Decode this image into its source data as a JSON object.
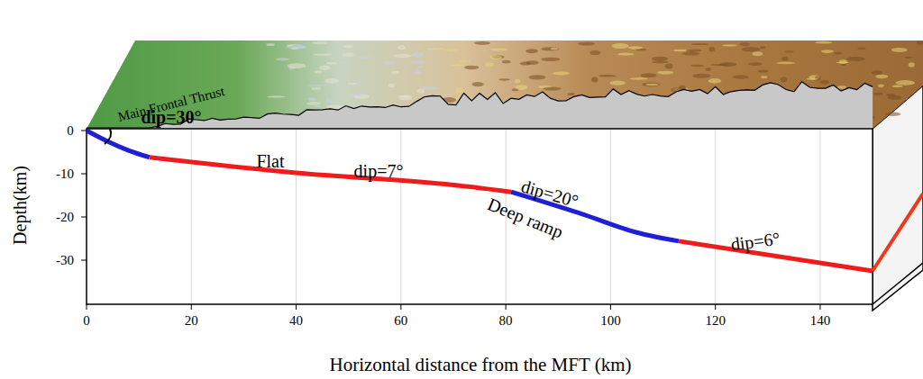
{
  "diagram": {
    "labels": [
      "Main Frontal Thrust",
      "dip=30°",
      "Flat",
      "dip=7°",
      "dip=20°",
      "Deep ramp",
      "dip=6°",
      "Depth(km)",
      "0",
      "-10",
      "-20",
      "-30",
      "0",
      "20",
      "40",
      "60",
      "80",
      "100",
      "120",
      "140",
      "Horizontal distance from the MFT (km)"
    ]
  }
}
